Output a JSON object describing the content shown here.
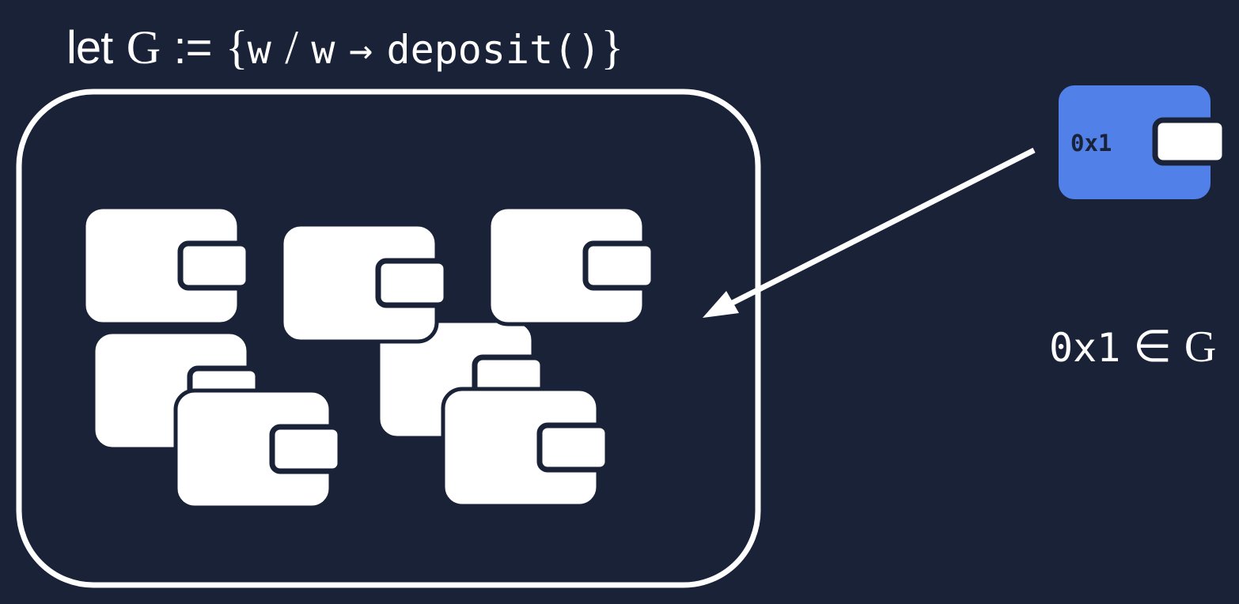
{
  "definition": {
    "keyword": "let",
    "set_name": "G",
    "assign": ":=",
    "open_brace": "{",
    "var": "w",
    "separator": "/",
    "var2": "w",
    "arrow": "→",
    "call": "deposit()",
    "close_brace": "}"
  },
  "set_group": {
    "wallet_count": 7,
    "wallet_color": "#ffffff",
    "outline_color": "#ffffff"
  },
  "new_wallet": {
    "address": "0x1",
    "color": "#5080e8"
  },
  "membership": {
    "element": "0x1",
    "symbol": "∈",
    "set": "G"
  },
  "colors": {
    "background": "#1a2238",
    "foreground": "#ffffff",
    "accent": "#5080e8"
  }
}
